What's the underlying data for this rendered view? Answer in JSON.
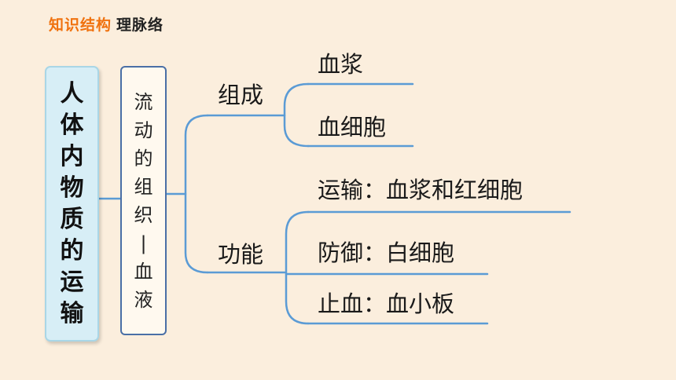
{
  "header": {
    "title_accent": "知识结构",
    "title_rest": "理脉络"
  },
  "main_topic": "人体内物质的运输",
  "sub_topic": "流动的组织|血液",
  "branches": {
    "composition": {
      "label": "组成",
      "items": [
        "血浆",
        "血细胞"
      ]
    },
    "function": {
      "label": "功能",
      "items": [
        "运输：血浆和红细胞",
        "防御：白细胞",
        "止血：血小板"
      ]
    }
  },
  "colors": {
    "accent": "#f0720f",
    "line": "#5b9bd5",
    "main_box_fill": "#d7eef6",
    "sub_box_border": "#4a6fa6"
  }
}
